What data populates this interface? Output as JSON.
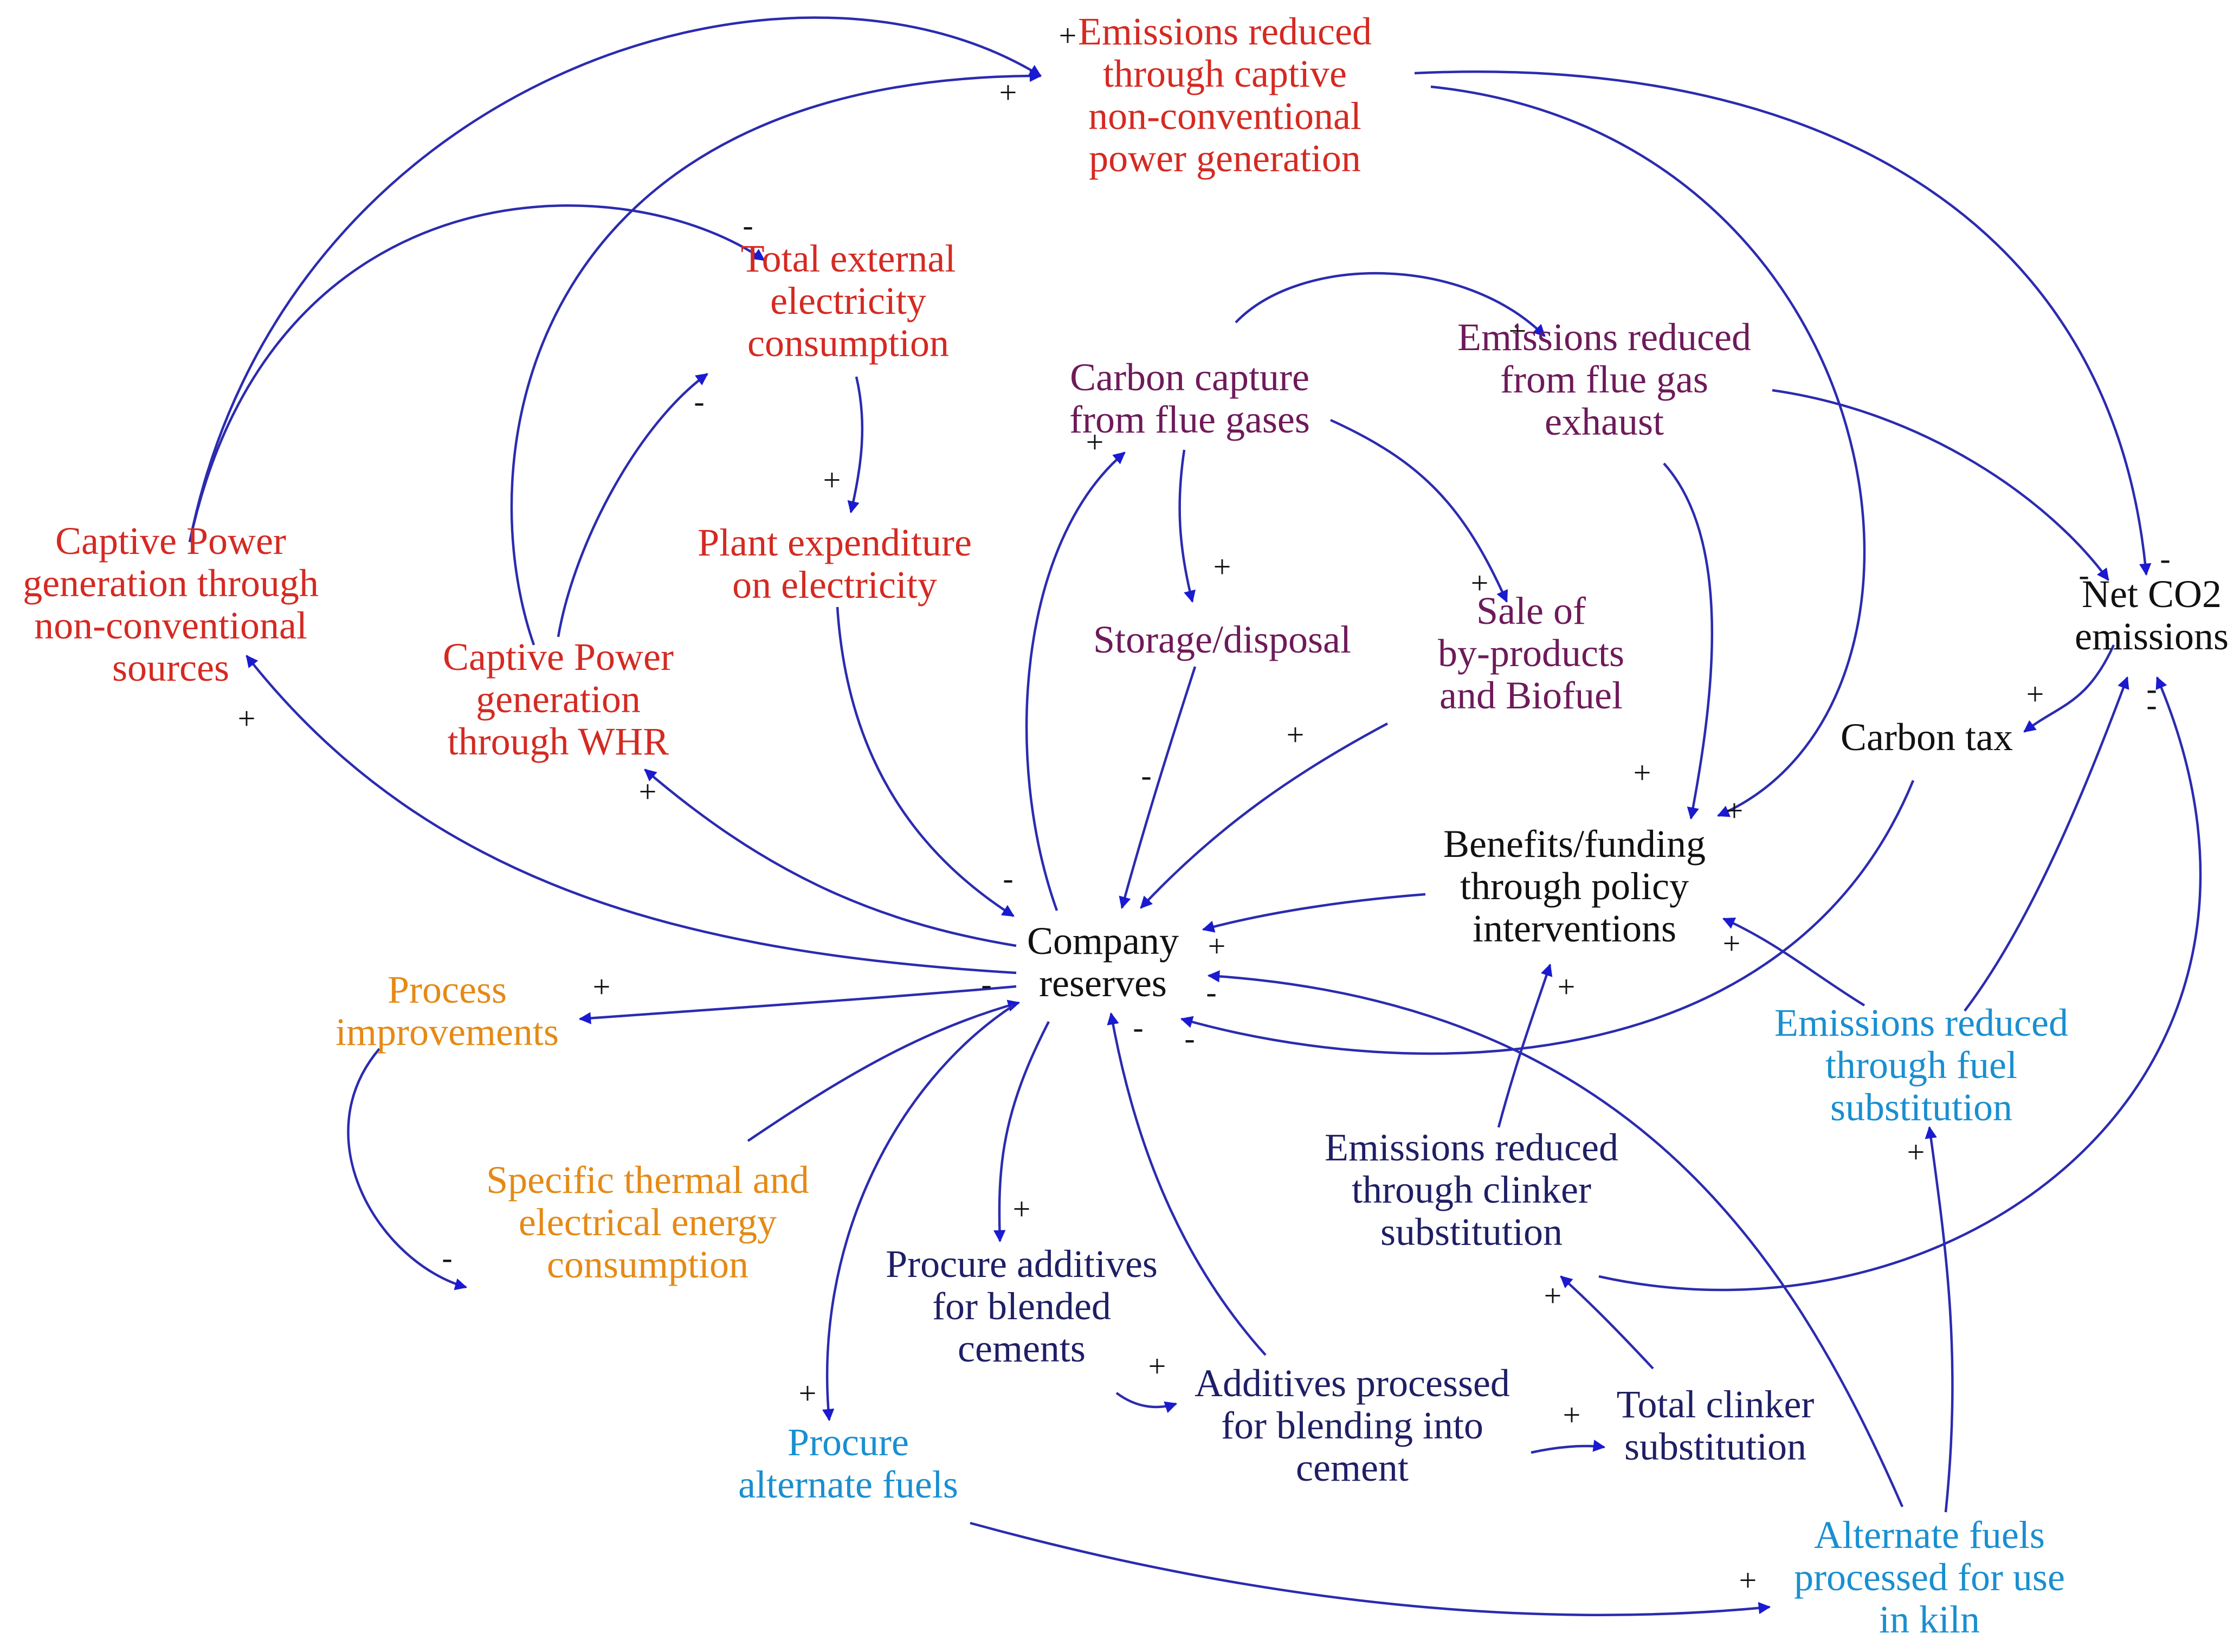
{
  "colors": {
    "red": "#d42a22",
    "plum": "#6e1a5a",
    "black": "#111111",
    "orange": "#e58a16",
    "navy": "#1f1f66",
    "blue": "#1a8fd0",
    "link": "#2b2bb0"
  },
  "nodes": {
    "emissions_captive": {
      "lines": [
        "Emissions reduced",
        "through captive",
        "non-conventional",
        "power generation"
      ],
      "color": "red"
    },
    "total_external": {
      "lines": [
        "Total external",
        "electricity",
        "consumption"
      ],
      "color": "red"
    },
    "captive_nonconv": {
      "lines": [
        "Captive Power",
        "generation through",
        "non-conventional",
        "sources"
      ],
      "color": "red"
    },
    "captive_whr": {
      "lines": [
        "Captive Power",
        "generation",
        "through WHR"
      ],
      "color": "red"
    },
    "plant_expenditure": {
      "lines": [
        "Plant expenditure",
        "on electricity"
      ],
      "color": "red"
    },
    "carbon_capture": {
      "lines": [
        "Carbon capture",
        "from flue gases"
      ],
      "color": "plum"
    },
    "emissions_flue": {
      "lines": [
        "Emissions reduced",
        "from flue gas",
        "exhaust"
      ],
      "color": "plum"
    },
    "storage": {
      "lines": [
        "Storage/disposal"
      ],
      "color": "plum"
    },
    "sale": {
      "lines": [
        "Sale of",
        "by-products",
        "and Biofuel"
      ],
      "color": "plum"
    },
    "net_co2": {
      "lines": [
        "Net CO2",
        "emissions"
      ],
      "color": "black"
    },
    "carbon_tax": {
      "lines": [
        "Carbon tax"
      ],
      "color": "black"
    },
    "benefits": {
      "lines": [
        "Benefits/funding",
        "through policy",
        "interventions"
      ],
      "color": "black"
    },
    "company": {
      "lines": [
        "Company",
        "reserves"
      ],
      "color": "black"
    },
    "process_impr": {
      "lines": [
        "Process",
        "improvements"
      ],
      "color": "orange"
    },
    "specific_energy": {
      "lines": [
        "Specific thermal and",
        "electrical energy",
        "consumption"
      ],
      "color": "orange"
    },
    "procure_additives": {
      "lines": [
        "Procure additives",
        "for blended",
        "cements"
      ],
      "color": "navy"
    },
    "additives_processed": {
      "lines": [
        "Additives processed",
        "for blending into",
        "cement"
      ],
      "color": "navy"
    },
    "total_clinker": {
      "lines": [
        "Total clinker",
        "substitution"
      ],
      "color": "navy"
    },
    "emissions_clinker": {
      "lines": [
        "Emissions reduced",
        "through clinker",
        "substitution"
      ],
      "color": "navy"
    },
    "emissions_fuel": {
      "lines": [
        "Emissions reduced",
        "through fuel",
        "substitution"
      ],
      "color": "blue"
    },
    "procure_fuels": {
      "lines": [
        "Procure",
        "alternate fuels"
      ],
      "color": "blue"
    },
    "alt_fuels_processed": {
      "lines": [
        "Alternate fuels",
        "processed for use",
        "in kiln"
      ],
      "color": "blue"
    }
  },
  "links": [
    {
      "from": "captive_nonconv",
      "to": "emissions_captive",
      "polarity": "+"
    },
    {
      "from": "captive_whr",
      "to": "emissions_captive",
      "polarity": "+"
    },
    {
      "from": "captive_nonconv",
      "to": "total_external",
      "polarity": "-"
    },
    {
      "from": "captive_whr",
      "to": "total_external",
      "polarity": "-"
    },
    {
      "from": "total_external",
      "to": "plant_expenditure",
      "polarity": "+"
    },
    {
      "from": "plant_expenditure",
      "to": "company",
      "polarity": "-"
    },
    {
      "from": "company",
      "to": "captive_nonconv",
      "polarity": "+"
    },
    {
      "from": "company",
      "to": "captive_whr",
      "polarity": "+"
    },
    {
      "from": "emissions_captive",
      "to": "net_co2",
      "polarity": "-"
    },
    {
      "from": "emissions_captive",
      "to": "benefits",
      "polarity": "+"
    },
    {
      "from": "carbon_capture",
      "to": "emissions_flue",
      "polarity": "+"
    },
    {
      "from": "carbon_capture",
      "to": "storage",
      "polarity": "+"
    },
    {
      "from": "carbon_capture",
      "to": "sale",
      "polarity": "+"
    },
    {
      "from": "company",
      "to": "carbon_capture",
      "polarity": "+"
    },
    {
      "from": "storage",
      "to": "company",
      "polarity": "-"
    },
    {
      "from": "sale",
      "to": "company",
      "polarity": "+"
    },
    {
      "from": "emissions_flue",
      "to": "net_co2",
      "polarity": "-"
    },
    {
      "from": "emissions_flue",
      "to": "benefits",
      "polarity": "+"
    },
    {
      "from": "net_co2",
      "to": "carbon_tax",
      "polarity": "+"
    },
    {
      "from": "carbon_tax",
      "to": "company",
      "polarity": "-"
    },
    {
      "from": "benefits",
      "to": "company",
      "polarity": "+"
    },
    {
      "from": "company",
      "to": "process_impr",
      "polarity": "+"
    },
    {
      "from": "process_impr",
      "to": "specific_energy",
      "polarity": "-"
    },
    {
      "from": "specific_energy",
      "to": "company",
      "polarity": "-"
    },
    {
      "from": "company",
      "to": "procure_additives",
      "polarity": "+"
    },
    {
      "from": "procure_additives",
      "to": "additives_processed",
      "polarity": "+"
    },
    {
      "from": "additives_processed",
      "to": "company",
      "polarity": "-"
    },
    {
      "from": "additives_processed",
      "to": "total_clinker",
      "polarity": "+"
    },
    {
      "from": "total_clinker",
      "to": "emissions_clinker",
      "polarity": "+"
    },
    {
      "from": "emissions_clinker",
      "to": "benefits",
      "polarity": "+"
    },
    {
      "from": "emissions_clinker",
      "to": "net_co2",
      "polarity": "-"
    },
    {
      "from": "company",
      "to": "procure_fuels",
      "polarity": "+"
    },
    {
      "from": "procure_fuels",
      "to": "alt_fuels_processed",
      "polarity": "+"
    },
    {
      "from": "alt_fuels_processed",
      "to": "company",
      "polarity": "-"
    },
    {
      "from": "alt_fuels_processed",
      "to": "emissions_fuel",
      "polarity": "+"
    },
    {
      "from": "emissions_fuel",
      "to": "net_co2",
      "polarity": "-"
    },
    {
      "from": "emissions_fuel",
      "to": "benefits",
      "polarity": "+"
    }
  ]
}
